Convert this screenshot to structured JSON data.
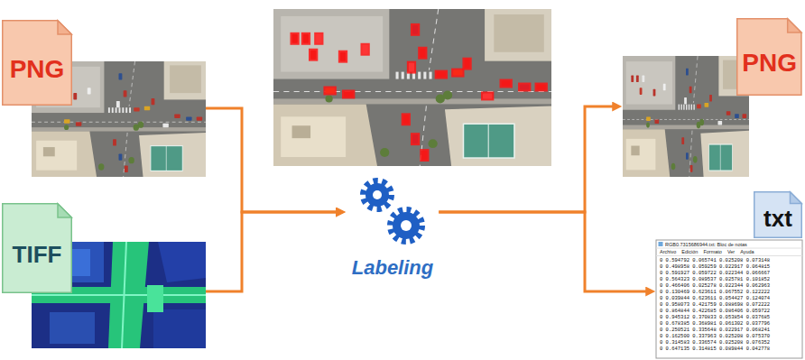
{
  "diagram": {
    "nodes": [
      {
        "text": [
          "PNG"
        ]
      },
      {
        "text": [
          "TIFF"
        ]
      },
      {
        "text": [
          "Labeling"
        ]
      },
      {
        "text": [
          "PNG"
        ]
      },
      {
        "text": [
          "txt"
        ]
      }
    ],
    "edges": [
      {
        "from": 0,
        "to": 2,
        "arrow": "to"
      },
      {
        "from": 1,
        "to": 2,
        "arrow": "to"
      },
      {
        "from": 2,
        "to": 3,
        "arrow": "to"
      },
      {
        "from": 2,
        "to": 4,
        "arrow": "to"
      }
    ],
    "labels": [
      "RGB0.7315686944.txt: Bloc de notas",
      "Archivo",
      "Edición",
      "Formato",
      "Ver",
      "Ayuda",
      "0 0.594792 0.065741 0.025208 0.073148",
      "0 0.498958 0.059259 0.022917 0.064815",
      "0 0.591927 0.059722 0.022344 0.066667",
      "0 0.564323 0.089537 0.025781 0.101852",
      "0 0.466406 0.025278 0.022344 0.062963",
      "0 0.130469 0.623611 0.067552 0.122222",
      "0 0.039844 0.623611 0.054427 0.124074",
      "0 0.958073 0.421759 0.088698 0.072222",
      "0 0.864844 0.422685 0.086406 0.059722",
      "0 0.945312 0.370833 0.053854 0.037685",
      "0 0.678385 0.368981 0.061302 0.037796",
      "0 0.250521 0.335648 0.022917 0.068241",
      "0 0.162500 0.337963 0.025208 0.075370",
      "0 0.314583 0.336574 0.025208 0.076352",
      "0 0.647135 0.314815 0.089844 0.042778"
    ]
  }
}
